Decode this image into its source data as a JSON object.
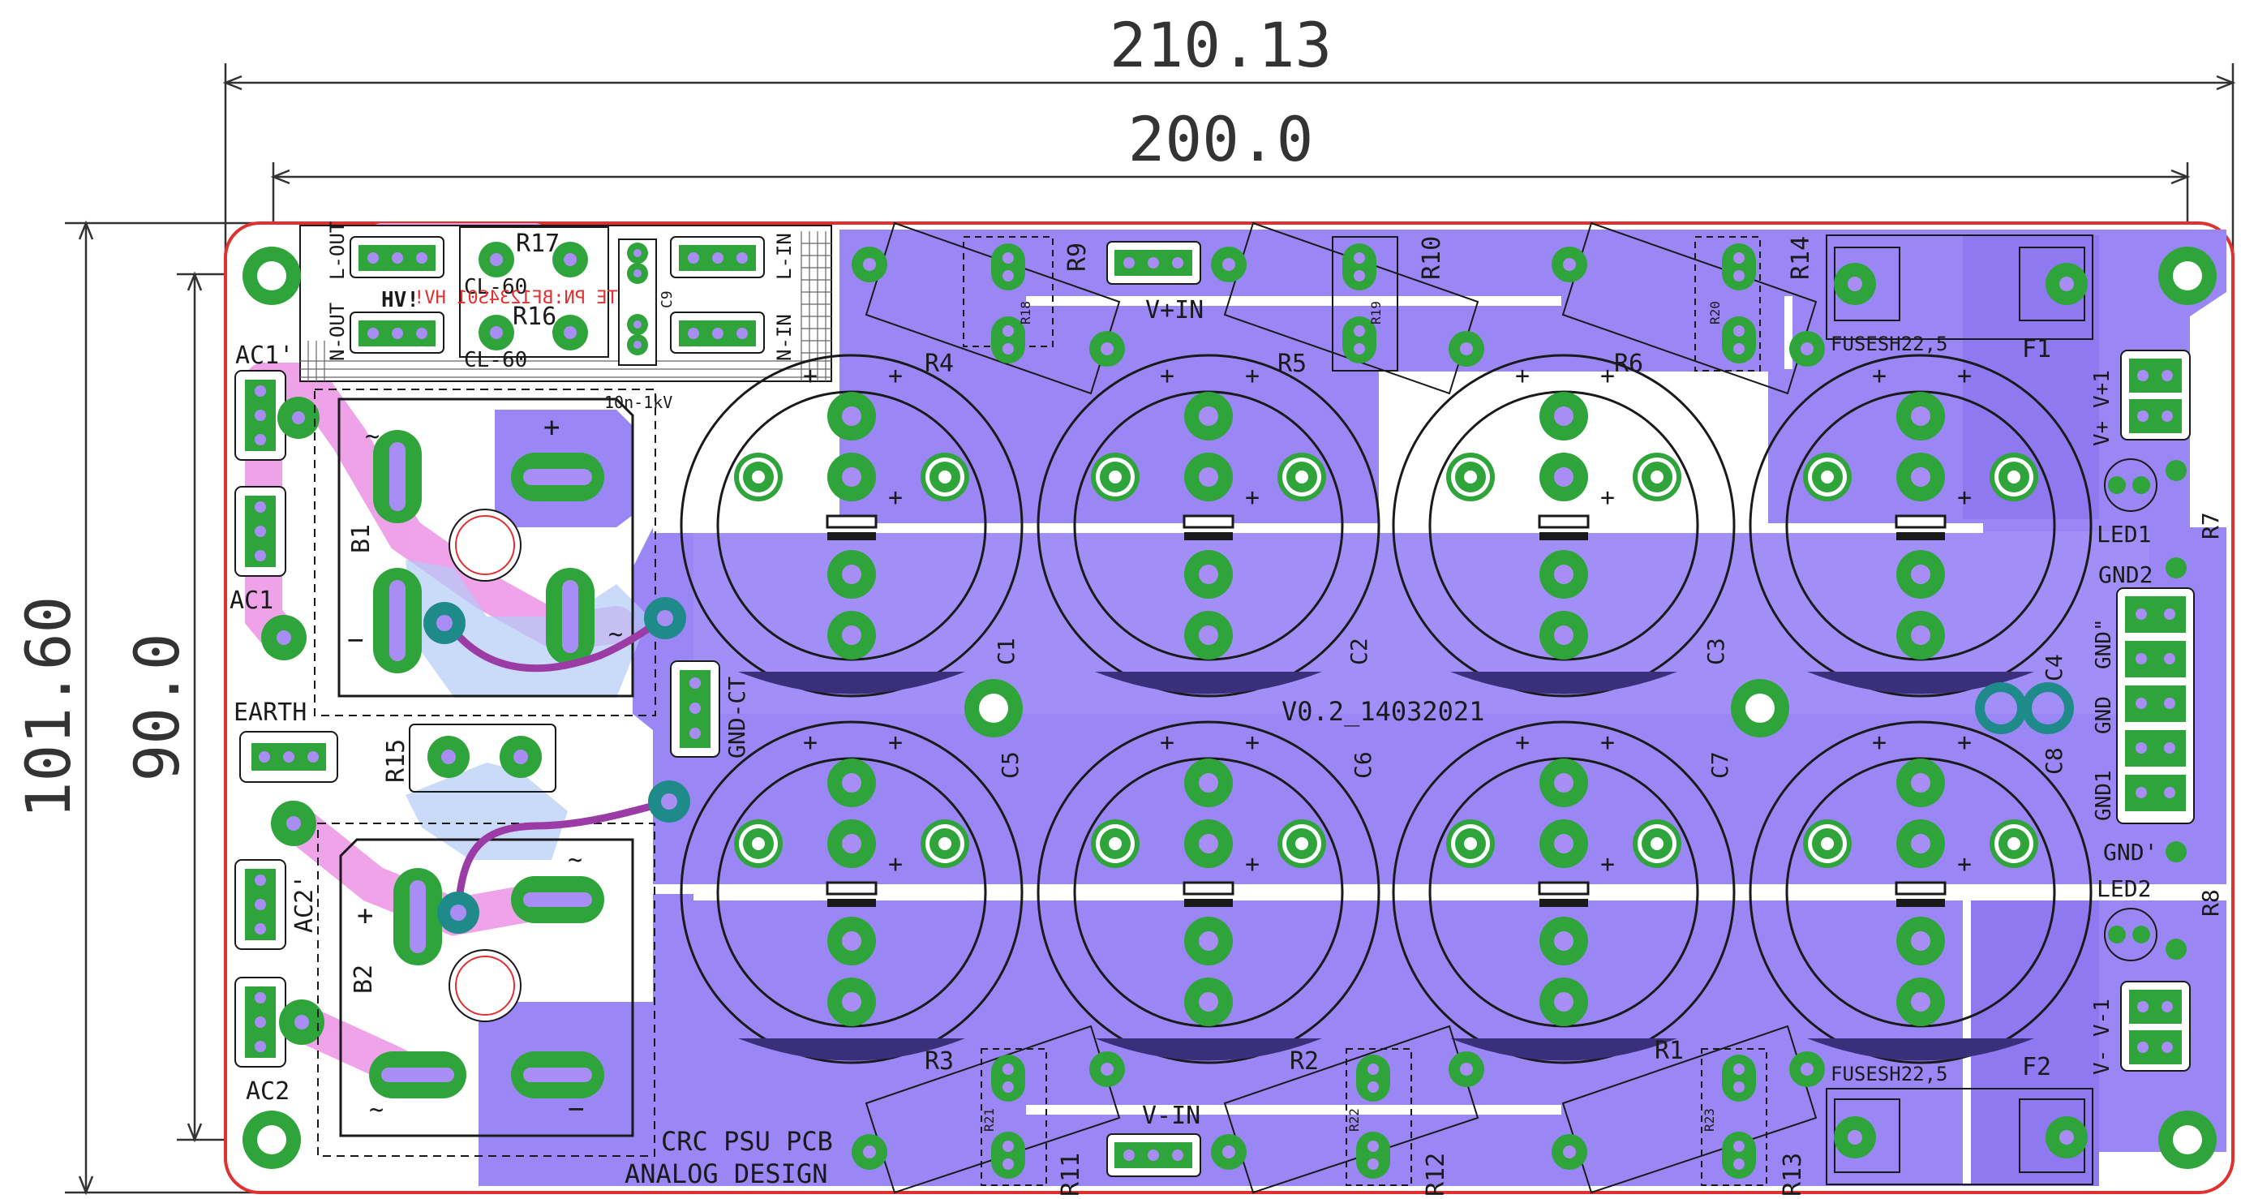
{
  "dimensions": {
    "outer_width": "210.13",
    "inner_width": "200.0",
    "outer_height": "101.60",
    "inner_height": "90.0"
  },
  "board": {
    "version": "V0.2_14032021",
    "title_line1": "CRC PSU PCB",
    "title_line2": "ANALOG DESIGN"
  },
  "connectors": {
    "l_out": "L-OUT",
    "n_out": "N-OUT",
    "l_in": "L-IN",
    "n_in": "N-IN",
    "ac1_prime": "AC1'",
    "ac1": "AC1",
    "ac2_prime": "AC2'",
    "ac2": "AC2",
    "earth": "EARTH",
    "gnd_ct": "GND-CT",
    "v_plus_in": "V+IN",
    "v_minus_in": "V-IN",
    "v_plus_out": "V+ V+1",
    "v_minus_out": "V- V-1",
    "gnd2": "GND2",
    "gnd_dq": "GND\"",
    "gnd": "GND",
    "gnd1": "GND1",
    "gnd_q": "GND'"
  },
  "components": {
    "r17": "R17",
    "r16": "R16",
    "cl60_top": "CL-60",
    "cl60_bottom": "CL-60",
    "hv": "HV!",
    "c9": "C9",
    "c9_value": "10n-1kV",
    "mirror_text": "MTE PN:BF1234S01 HV!",
    "b1": "B1",
    "b2": "B2",
    "r15": "R15",
    "r4": "R4",
    "r5": "R5",
    "r6": "R6",
    "r9": "R9",
    "r10": "R10",
    "r14": "R14",
    "r18": "R18",
    "r19": "R19",
    "r20": "R20",
    "r3": "R3",
    "r2": "R2",
    "r1": "R1",
    "r11": "R11",
    "r12": "R12",
    "r13": "R13",
    "r21": "R21",
    "r22": "R22",
    "r23": "R23",
    "c1": "C1",
    "c2": "C2",
    "c3": "C3",
    "c4": "C4",
    "c5": "C5",
    "c6": "C6",
    "c7": "C7",
    "c8": "C8",
    "f1": "F1",
    "f2": "F2",
    "fuse_top": "FUSESH22,5",
    "fuse_bottom": "FUSESH22,5",
    "led1": "LED1",
    "led2": "LED2",
    "r7": "R7",
    "r8": "R8",
    "plus": "+",
    "minus": "−",
    "ac_sym": "~"
  },
  "colors": {
    "board_outline": "#e03030",
    "copper_fill": "#9b86f5",
    "pad": "#2ea43a",
    "hole": "#a88df5",
    "bottom_copper": "#ee9fe8",
    "trace": "#9b3ba6",
    "via": "#1f8a8a",
    "silkscreen": "#1a1a1a",
    "dimension": "#333333"
  }
}
